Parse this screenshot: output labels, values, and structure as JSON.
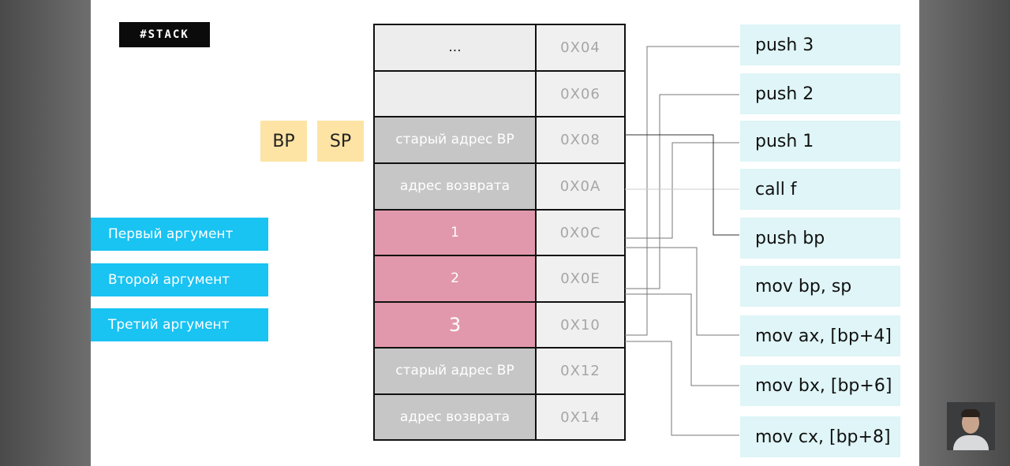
{
  "tag": "#STACK",
  "registers": [
    "BP",
    "SP"
  ],
  "arguments": [
    "Первый аргумент",
    "Второй аргумент",
    "Третий аргумент"
  ],
  "stack": [
    {
      "value": "...",
      "address": "0X04",
      "color": "#ededed",
      "text_color": "#222222"
    },
    {
      "value": "",
      "address": "0X06",
      "color": "#ededed",
      "text_color": "#222222"
    },
    {
      "value": "старый адрес BP",
      "address": "0X08",
      "color": "#c6c6c6",
      "text_color": "#ffffff"
    },
    {
      "value": "адрес возврата",
      "address": "0X0A",
      "color": "#c6c6c6",
      "text_color": "#ffffff"
    },
    {
      "value": "1",
      "address": "0X0C",
      "color": "#e298ac",
      "text_color": "#ffffff"
    },
    {
      "value": "2",
      "address": "0X0E",
      "color": "#e298ac",
      "text_color": "#ffffff"
    },
    {
      "value": "3",
      "address": "0X10",
      "color": "#e298ac",
      "text_color": "#ffffff"
    },
    {
      "value": "старый адрес BP",
      "address": "0X12",
      "color": "#c6c6c6",
      "text_color": "#ffffff"
    },
    {
      "value": "адрес возврата",
      "address": "0X14",
      "color": "#c6c6c6",
      "text_color": "#ffffff"
    }
  ],
  "instructions": [
    "push 3",
    "push 2",
    "push 1",
    "call f",
    "push bp",
    "mov bp, sp",
    "mov ax, [bp+4]",
    "mov bx, [bp+6]",
    "mov cx, [bp+8]"
  ],
  "colors": {
    "argument_bg": "#19c3f2",
    "register_bg": "#fde4a4",
    "instruction_bg": "#dff5f7",
    "arg_cell_bg": "#e298ac",
    "frame_cell_bg": "#c6c6c6"
  },
  "icons": {
    "presenter": "webcam-presenter-icon"
  }
}
